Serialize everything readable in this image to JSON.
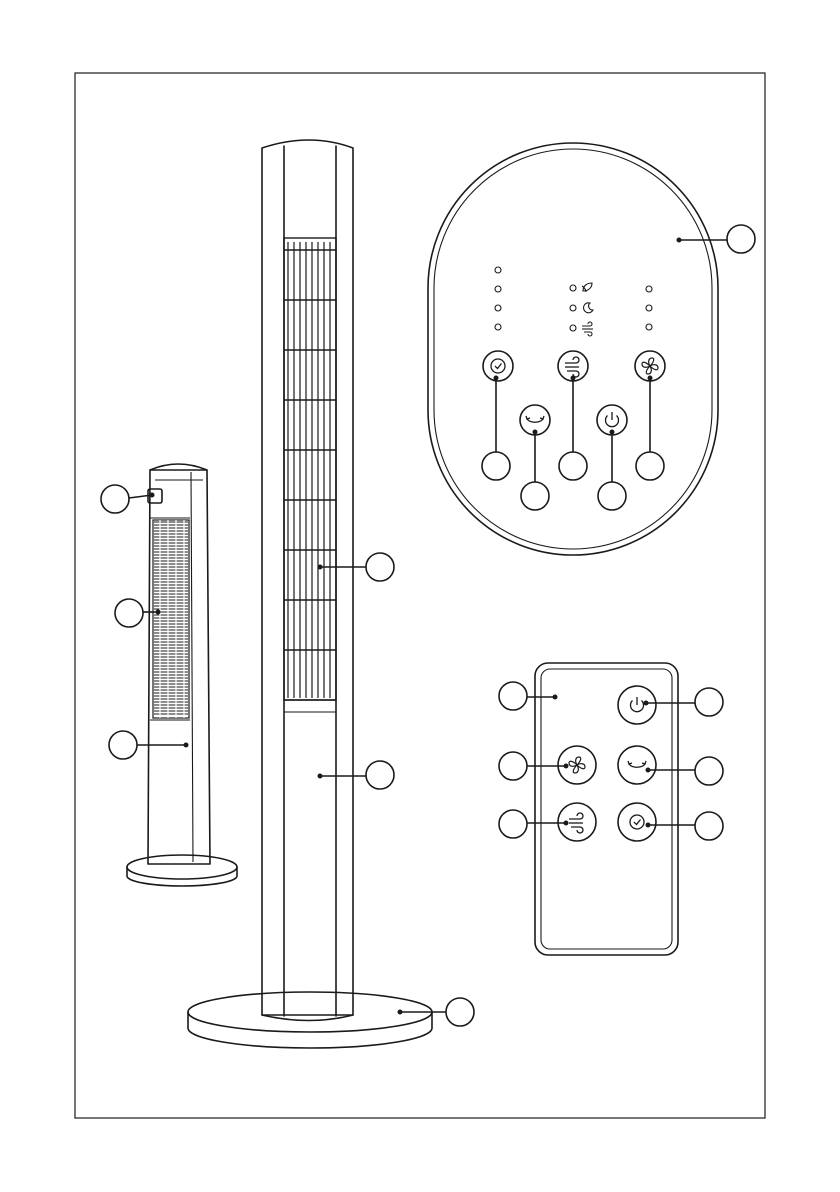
{
  "figure": {
    "border_color": "#1a1a1a",
    "line_color": "#1a1a1a",
    "background": "#ffffff"
  },
  "parts": {
    "small_tower_fan": {
      "callouts": [
        "handle",
        "air-outlet-grille",
        "fan-body"
      ]
    },
    "large_tower_fan": {
      "callouts": [
        "air-outlet-grille",
        "fan-body",
        "base"
      ]
    },
    "control_panel": {
      "indicator_columns": [
        {
          "name": "timer-indicators",
          "count": 4
        },
        {
          "name": "mode-indicators",
          "count": 3,
          "icons": [
            "natural-wind-icon",
            "sleep-mode-icon",
            "normal-wind-icon"
          ]
        },
        {
          "name": "speed-indicators",
          "count": 3
        }
      ],
      "buttons": [
        "timer-button",
        "oscillation-button",
        "mode-button",
        "power-button",
        "speed-button"
      ],
      "callouts": [
        "control-panel",
        "timer-button",
        "oscillation-button",
        "mode-button",
        "power-button",
        "speed-button"
      ]
    },
    "remote_control": {
      "buttons": [
        "power-button",
        "speed-button",
        "oscillation-button",
        "mode-button",
        "timer-button"
      ],
      "callouts": [
        "remote-control",
        "power-button",
        "speed-button",
        "oscillation-button",
        "mode-button",
        "timer-button"
      ]
    }
  }
}
